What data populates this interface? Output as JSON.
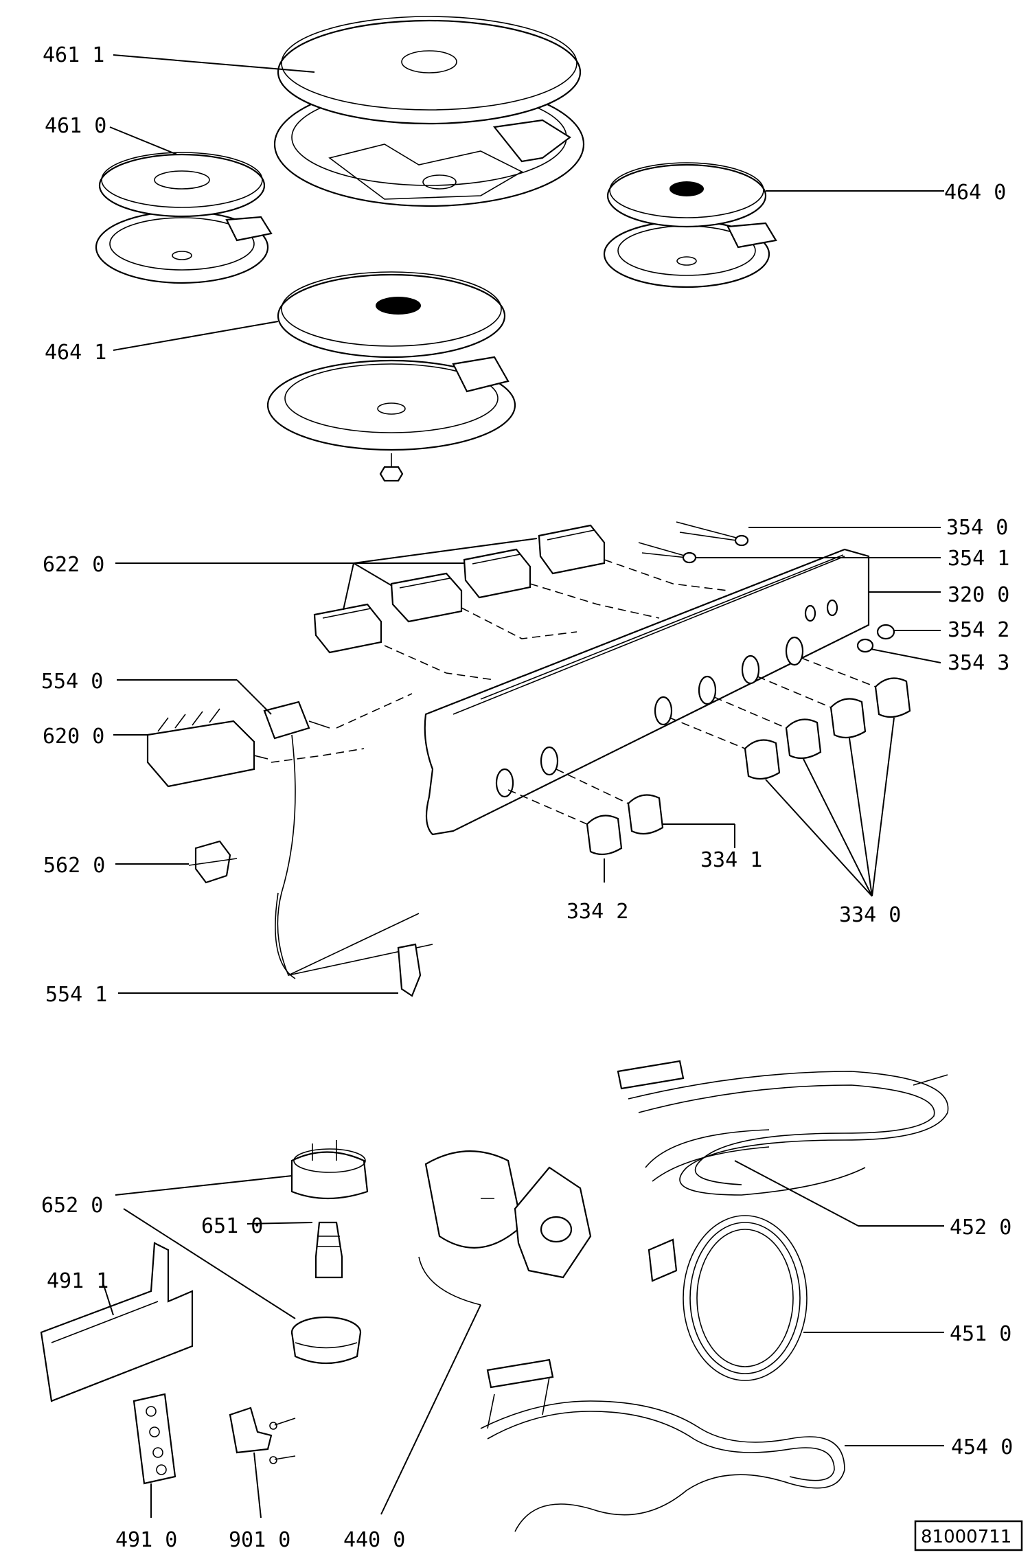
{
  "labels": {
    "l4611": "461 1",
    "l4610": "461 0",
    "l4640": "464 0",
    "l4641": "464 1",
    "l3540": "354 0",
    "l3541": "354 1",
    "l3200": "320 0",
    "l3542": "354 2",
    "l3543": "354 3",
    "l6220": "622 0",
    "l5540": "554 0",
    "l6200": "620 0",
    "l5620": "562 0",
    "l5541": "554 1",
    "l3341": "334 1",
    "l3342": "334 2",
    "l3340": "334 0",
    "l4520": "452 0",
    "l6520": "652 0",
    "l6510": "651 0",
    "l4911": "491 1",
    "l4510": "451 0",
    "l4540": "454 0",
    "l4910": "491 0",
    "l9010": "901 0",
    "l4400": "440 0"
  },
  "document_id": "81000711"
}
